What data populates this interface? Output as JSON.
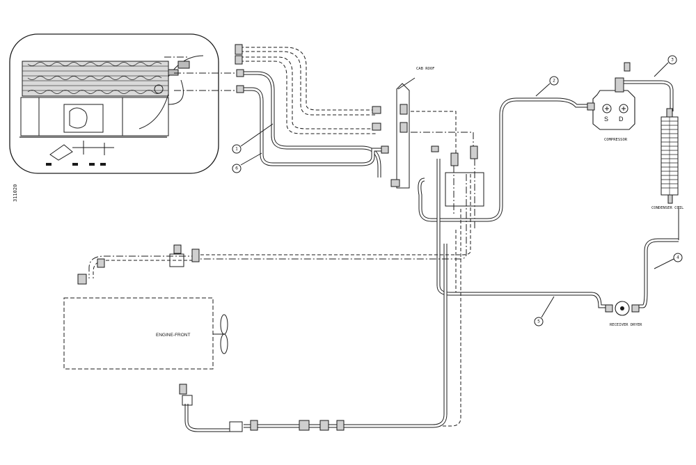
{
  "drawing_number": "311020",
  "labels": {
    "cab_roof": "CAB ROOF",
    "compressor": "COMPRESSOR",
    "condenser_coil": "CONDENSER COIL",
    "receiver_dryer": "RECEIVER DRYER",
    "engine_front": "ENGINE-FRONT"
  },
  "compressor_marks": {
    "left": "S",
    "right": "D"
  },
  "callouts": {
    "c1": "1",
    "c2": "2",
    "c3": "3",
    "c4": "4",
    "c5": "5",
    "c6": "6"
  }
}
